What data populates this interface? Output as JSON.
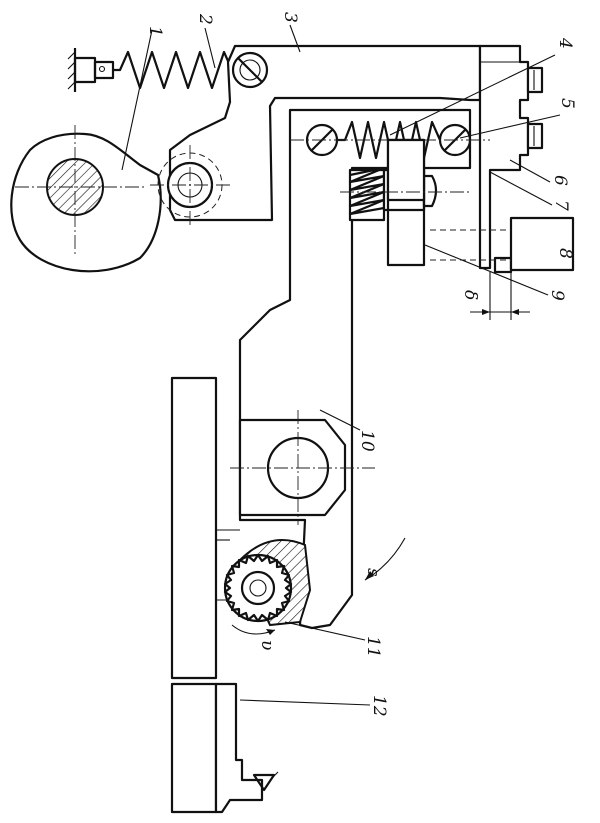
{
  "labels": {
    "l1": "1",
    "l2": "2",
    "l3": "3",
    "l4": "4",
    "l5": "5",
    "l6": "6",
    "l7": "7",
    "l8": "8",
    "l9": "9",
    "l10": "10",
    "l11": "11",
    "l12": "12",
    "delta": "δ",
    "s": "s",
    "v": "υ"
  }
}
